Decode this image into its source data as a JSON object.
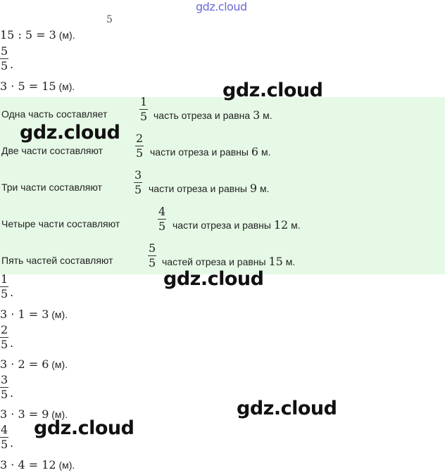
{
  "header": {
    "watermark": "gdz.cloud",
    "stray_digit": "5"
  },
  "lines_top": [
    {
      "expr": "15 : 5 = 3",
      "unit": " (м)."
    },
    {
      "frac": {
        "num": "5",
        "den": "5"
      },
      "tail": "."
    },
    {
      "expr": "3 · 5 = 15",
      "unit": " (м)."
    }
  ],
  "box": {
    "rows": [
      {
        "before": "Одна часть составляет",
        "num": "1",
        "den": "5",
        "after": "часть отреза и равна",
        "value": "3",
        "unit": "м."
      },
      {
        "before": "Две части составляют",
        "num": "2",
        "den": "5",
        "after": "части отреза и равны",
        "value": "6",
        "unit": "м."
      },
      {
        "before": "Три части составляют",
        "num": "3",
        "den": "5",
        "after": "части отреза и равны",
        "value": "9",
        "unit": "м."
      },
      {
        "before": "Четыре части составляют",
        "num": "4",
        "den": "5",
        "after": "части отреза и равны",
        "value": "12",
        "unit": "м."
      },
      {
        "before": "Пять частей составляют",
        "num": "5",
        "den": "5",
        "after": "частей отреза и равны",
        "value": "15",
        "unit": "м."
      }
    ]
  },
  "lines_bottom": [
    {
      "num": "1",
      "den": "5",
      "tail": ".",
      "expr": "3 · 1 = 3",
      "unit": " (м)."
    },
    {
      "num": "2",
      "den": "5",
      "tail": ".",
      "expr": "3 · 2 = 6",
      "unit": " (м)."
    },
    {
      "num": "3",
      "den": "5",
      "tail": ".",
      "expr": "3 · 3 = 9",
      "unit": " (м)."
    },
    {
      "num": "4",
      "den": "5",
      "tail": ".",
      "expr": "3 · 4 = 12",
      "unit": " (м)."
    }
  ],
  "watermarks": [
    "gdz.cloud",
    "gdz.cloud",
    "gdz.cloud",
    "gdz.cloud",
    "gdz.cloud"
  ]
}
